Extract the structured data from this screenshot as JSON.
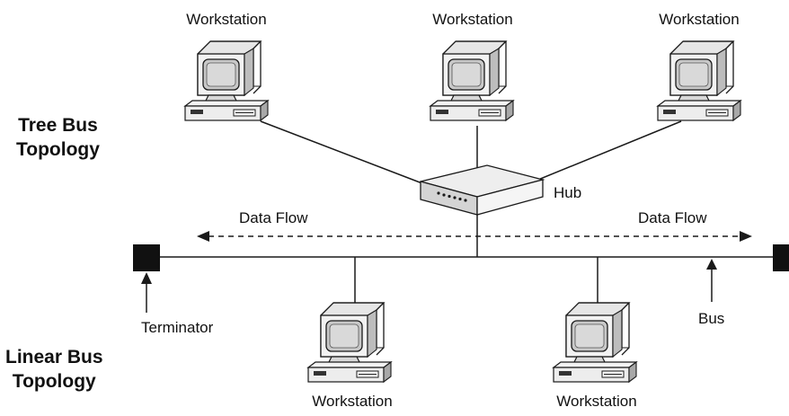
{
  "labels": {
    "workstation_top_left": "Workstation",
    "workstation_top_center": "Workstation",
    "workstation_top_right": "Workstation",
    "workstation_bottom_left": "Workstation",
    "workstation_bottom_right": "Workstation",
    "hub": "Hub",
    "data_flow_left": "Data Flow",
    "data_flow_right": "Data Flow",
    "terminator": "Terminator",
    "bus": "Bus"
  },
  "sections": {
    "tree_bus_line1": "Tree Bus",
    "tree_bus_line2": "Topology",
    "linear_bus_line1": "Linear Bus",
    "linear_bus_line2": "Topology"
  },
  "colors": {
    "line": "#1a1a1a",
    "terminator": "#111111",
    "computer_case": "#eeeeee",
    "screen": "#c8c8c8"
  },
  "icons": [
    "computer-icon",
    "hub-icon",
    "terminator-icon",
    "arrow-icon"
  ]
}
